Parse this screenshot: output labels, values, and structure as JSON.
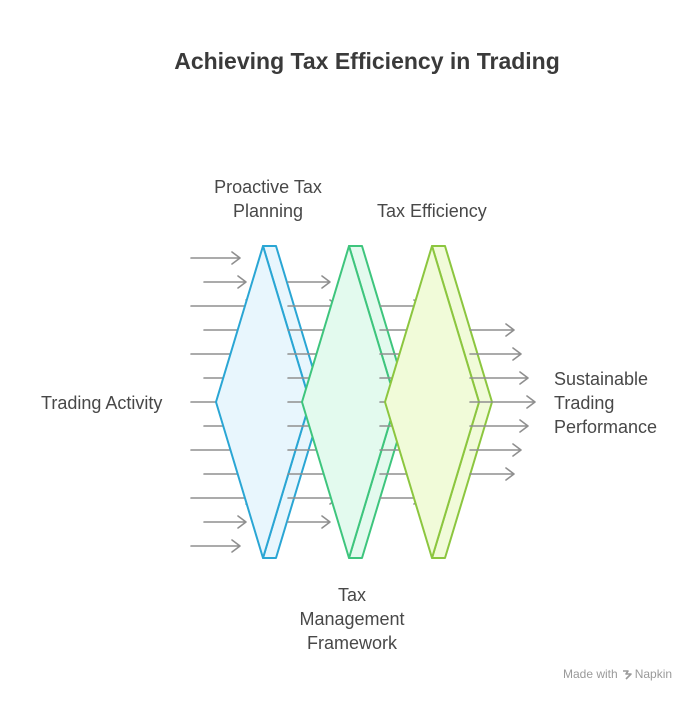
{
  "title": "Achieving Tax Efficiency in Trading",
  "labels": {
    "input": "Trading Activity",
    "stage1": [
      "Proactive Tax",
      "Planning"
    ],
    "stage2": [
      "Tax",
      "Management",
      "Framework"
    ],
    "stage3": "Tax Efficiency",
    "output": [
      "Sustainable",
      "Trading",
      "Performance"
    ]
  },
  "footer": {
    "made_with": "Made with",
    "brand": "Napkin"
  },
  "colors": {
    "stage1_stroke": "#2aa6d4",
    "stage1_fill": "#e8f6fd",
    "stage2_stroke": "#3ec57d",
    "stage2_fill": "#e3faee",
    "stage3_stroke": "#8cc63f",
    "stage3_fill": "#f1fbd9",
    "arrow": "#8f8f8f"
  },
  "icons": {
    "footer_logo": "napkin-logo-icon"
  }
}
